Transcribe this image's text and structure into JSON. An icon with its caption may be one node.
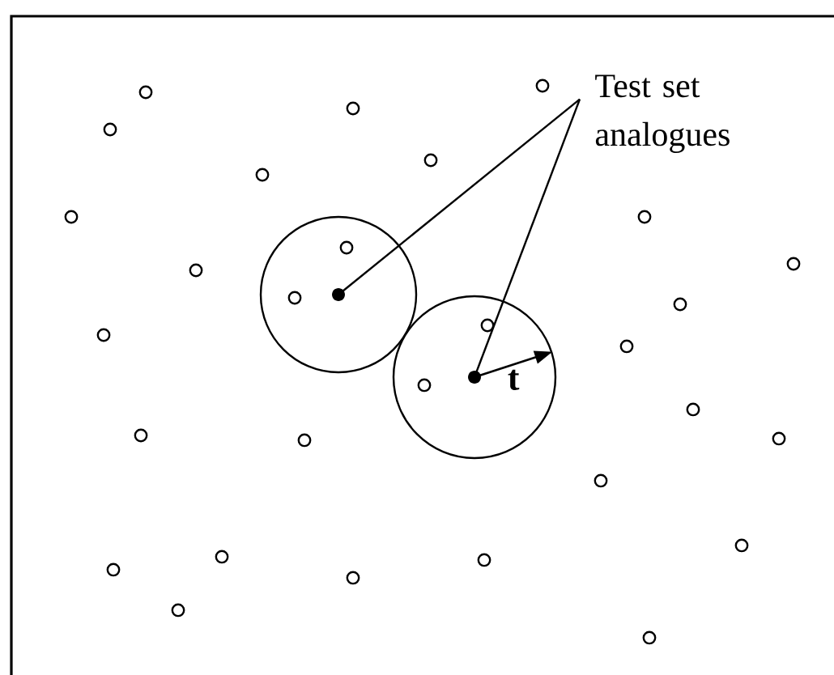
{
  "diagram": {
    "nodes": [
      {
        "text": [
          "Test set analogues"
        ]
      },
      {
        "text": [],
        "shape": "circle"
      },
      {
        "text": [],
        "shape": "circle",
        "in": 1
      },
      {
        "text": [],
        "shape": "circle"
      },
      {
        "text": [],
        "shape": "circle",
        "in": 3
      }
    ],
    "edges": [
      {
        "from": 0,
        "to": 2,
        "arrow": "none"
      },
      {
        "from": 0,
        "to": 4,
        "arrow": "none"
      },
      {
        "from": 4,
        "to": 3,
        "arrow": "to",
        "label": "t"
      }
    ]
  }
}
